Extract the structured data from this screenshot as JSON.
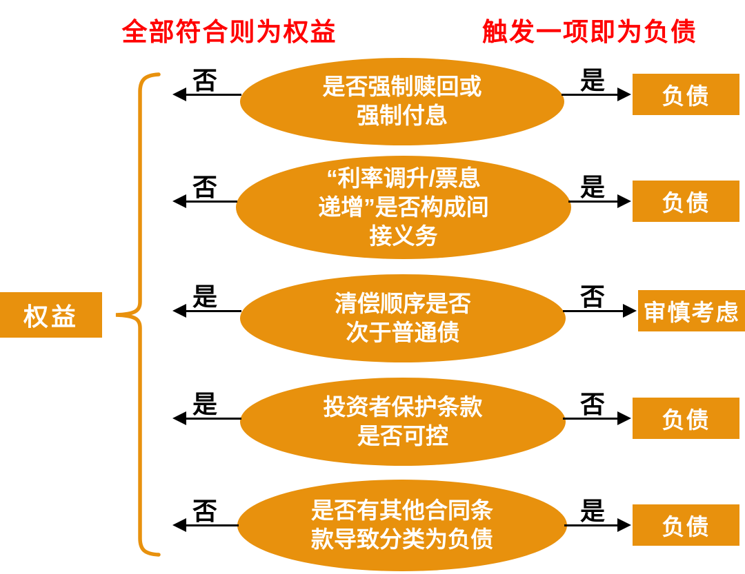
{
  "colors": {
    "orange": "#E8910D",
    "red": "#FF0000",
    "black": "#000000",
    "white": "#FFFFFF"
  },
  "headers": {
    "left": "全部符合则为权益",
    "right": "触发一项即为负债"
  },
  "equity_box": {
    "label": "权益"
  },
  "rows": [
    {
      "question_lines": [
        "是否强制赎回或",
        "强制付息"
      ],
      "left_label": "否",
      "right_label": "是",
      "result": "负债"
    },
    {
      "question_lines": [
        "“利率调升/票息",
        "递增”是否构成间",
        "接义务"
      ],
      "left_label": "否",
      "right_label": "是",
      "result": "负债"
    },
    {
      "question_lines": [
        "清偿顺序是否",
        "次于普通债"
      ],
      "left_label": "是",
      "right_label": "否",
      "result": "审慎考虑"
    },
    {
      "question_lines": [
        "投资者保护条款",
        "是否可控"
      ],
      "left_label": "是",
      "right_label": "否",
      "result": "负债"
    },
    {
      "question_lines": [
        "是否有其他合同条",
        "款导致分类为负债"
      ],
      "left_label": "否",
      "right_label": "是",
      "result": "负债"
    }
  ]
}
